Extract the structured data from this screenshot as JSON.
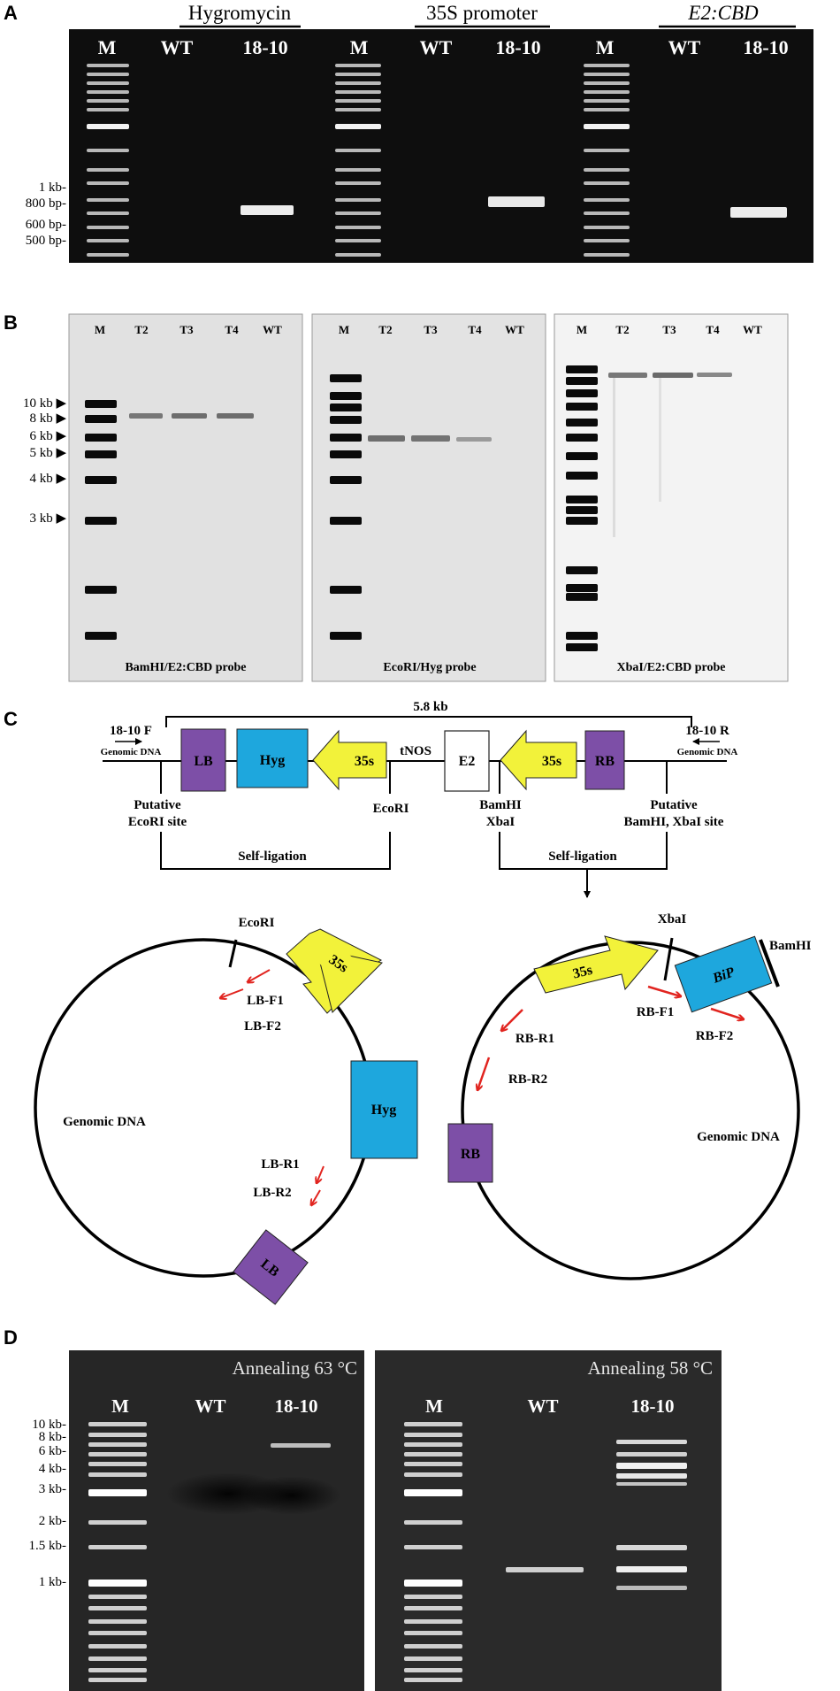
{
  "panel_a": {
    "label": "A",
    "headers": [
      "Hygromycin",
      "35S promoter",
      "E2:CBD"
    ],
    "lanes": [
      "M",
      "WT",
      "18-10",
      "M",
      "WT",
      "18-10",
      "M",
      "WT",
      "18-10"
    ],
    "sizes": [
      "1 kb-",
      "800 bp-",
      "600 bp-",
      "500 bp-"
    ]
  },
  "panel_b": {
    "label": "B",
    "lanes": [
      "M",
      "T2",
      "T3",
      "T4",
      "WT"
    ],
    "sizes": [
      "10 kb ▶",
      "8 kb ▶",
      "6 kb ▶",
      "5 kb ▶",
      "4 kb ▶",
      "3 kb ▶"
    ],
    "captions": [
      "BamHI/E2:CBD probe",
      "EcoRI/Hyg probe",
      "XbaI/E2:CBD probe"
    ]
  },
  "panel_c": {
    "label": "C",
    "span": "5.8 kb",
    "primer_f": "18-10 F",
    "primer_r": "18-10 R",
    "genomic_dna": "Genomic DNA",
    "boxes": {
      "lb": "LB",
      "hyg": "Hyg",
      "p35s": "35s",
      "e2": "E2",
      "rb": "RB",
      "bip": "BiP"
    },
    "tnos": "tNOS",
    "sites": {
      "putative_ecori_1": "Putative",
      "putative_ecori_2": "EcoRI site",
      "ecori": "EcoRI",
      "bamhi": "BamHI",
      "xbai": "XbaI",
      "putative_bx_1": "Putative",
      "putative_bx_2": "BamHI, XbaI site"
    },
    "self_ligation": "Self-ligation",
    "left_circle": {
      "site": "EcoRI",
      "primers": [
        "LB-F1",
        "LB-F2",
        "LB-R1",
        "LB-R2"
      ],
      "genomic": "Genomic DNA"
    },
    "right_circle": {
      "site1": "XbaI",
      "site2": "BamHI",
      "primers": [
        "RB-R1",
        "RB-R2",
        "RB-F1",
        "RB-F2"
      ],
      "genomic": "Genomic DNA"
    }
  },
  "panel_d": {
    "label": "D",
    "left": {
      "annotation": "Annealing 63 °C",
      "lanes": [
        "M",
        "WT",
        "18-10"
      ]
    },
    "right": {
      "annotation": "Annealing 58 °C",
      "lanes": [
        "M",
        "WT",
        "18-10"
      ]
    },
    "sizes": [
      "10 kb-",
      "8 kb-",
      "6 kb-",
      "4 kb-",
      "3 kb-",
      "2 kb-",
      "1.5 kb-",
      "1 kb-"
    ]
  },
  "colors": {
    "purple": "#7d4fa7",
    "cyan": "#1ea7dd",
    "yellow": "#f2f23a",
    "red": "#e1241f"
  }
}
